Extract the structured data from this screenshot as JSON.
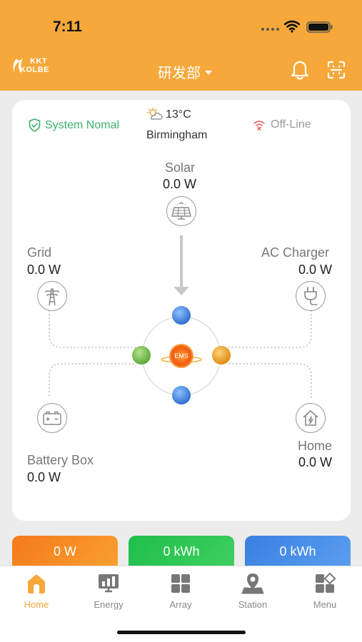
{
  "status_bar": {
    "time": "7:11"
  },
  "header": {
    "logo_text_1": "KKT",
    "logo_text_2": "KOLBE",
    "org_name": "研发部"
  },
  "dashboard": {
    "system_status": "System Nomal",
    "weather": {
      "temp": "13°C",
      "city": "Birmingham",
      "icon": "partly-cloudy-icon"
    },
    "connection": "Off-Line",
    "solar": {
      "label": "Solar",
      "value": "0.0 W"
    },
    "grid": {
      "label": "Grid",
      "value": "0.0 W"
    },
    "ac_charger": {
      "label": "AC Charger",
      "value": "0.0 W"
    },
    "battery": {
      "label": "Battery Box",
      "value": "0.0 W"
    },
    "home": {
      "label": "Home",
      "value": "0.0 W"
    },
    "ems_label": "EMS"
  },
  "summary": [
    {
      "value": "0 W",
      "color": "#f58a1f"
    },
    {
      "value": "0 kWh",
      "color": "#2ec34a"
    },
    {
      "value": "0 kWh",
      "color": "#4a8de0"
    }
  ],
  "tabs": [
    {
      "label": "Home",
      "icon": "home-icon",
      "active": true
    },
    {
      "label": "Energy",
      "icon": "energy-icon",
      "active": false
    },
    {
      "label": "Array",
      "icon": "array-icon",
      "active": false
    },
    {
      "label": "Station",
      "icon": "station-icon",
      "active": false
    },
    {
      "label": "Menu",
      "icon": "menu-icon",
      "active": false
    }
  ],
  "colors": {
    "brand": "#f6a83a",
    "ok": "#3db16a",
    "offline": "#d9534f"
  }
}
